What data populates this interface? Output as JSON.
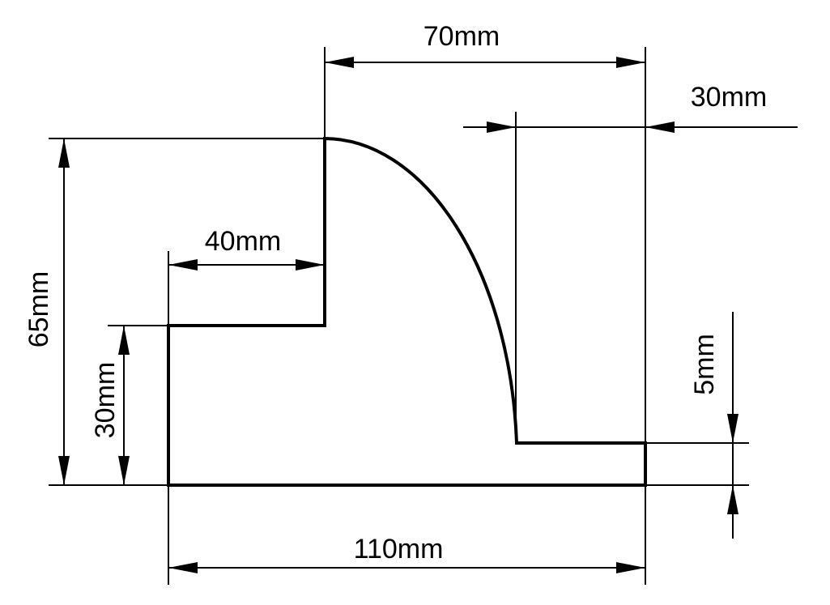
{
  "dimensions": {
    "top_width": "70mm",
    "right_width": "30mm",
    "step_width": "40mm",
    "total_height": "65mm",
    "step_height": "30mm",
    "base_thickness": "5mm",
    "total_width": "110mm"
  },
  "colors": {
    "line": "#000000",
    "background": "#ffffff"
  }
}
